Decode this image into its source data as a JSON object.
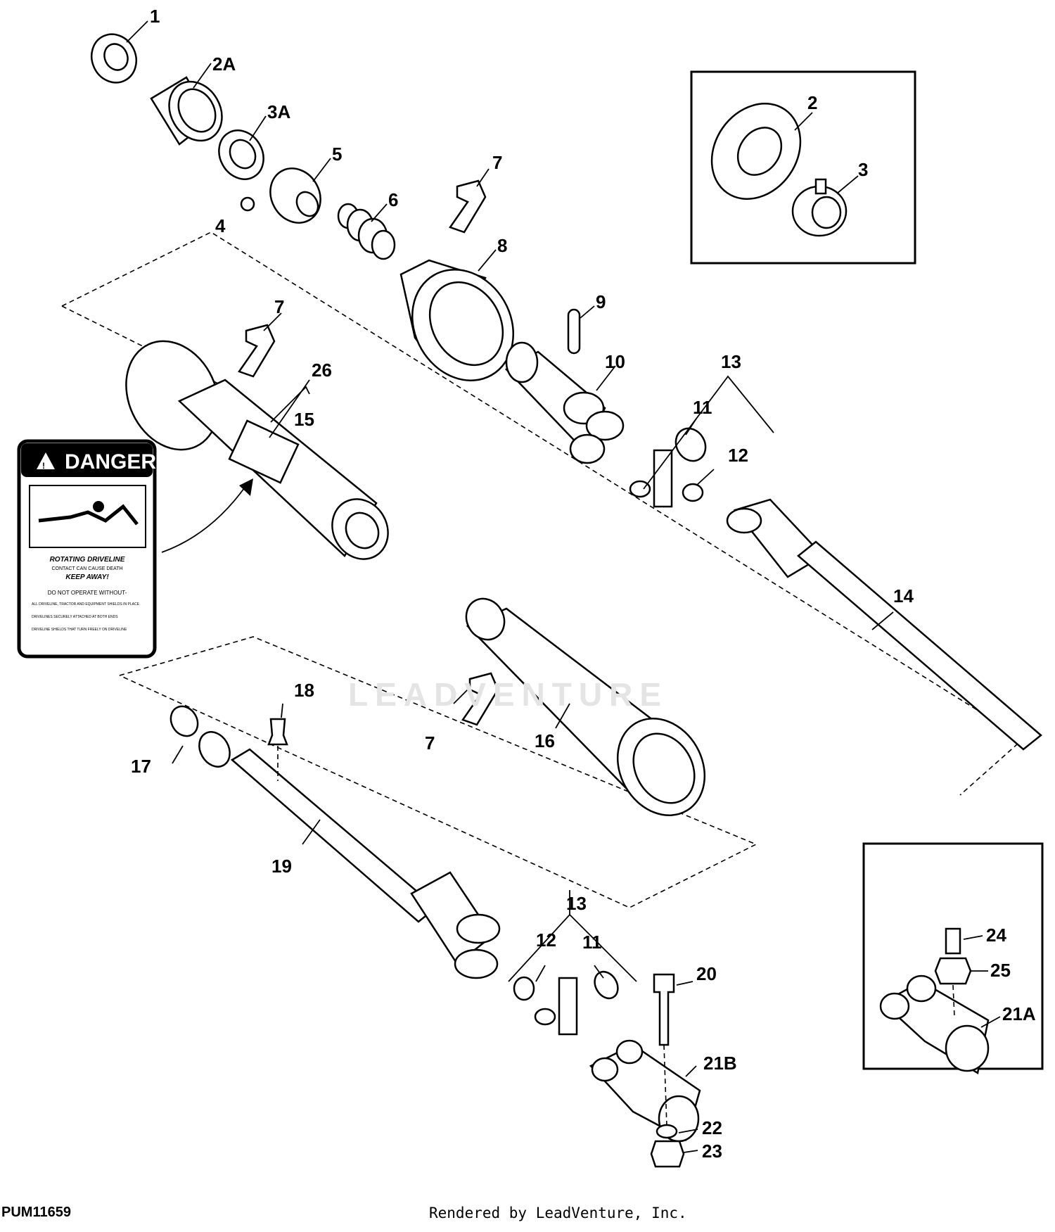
{
  "diagram": {
    "drawing_id": "PUM11659",
    "credit": "Rendered by LeadVenture, Inc.",
    "watermark": "LEADVENTURE",
    "callouts": {
      "c1": "1",
      "c2a": "2A",
      "c3a": "3A",
      "c4": "4",
      "c5": "5",
      "c6": "6",
      "c7a": "7",
      "c7b": "7",
      "c7c": "7",
      "c8": "8",
      "c9": "9",
      "c10": "10",
      "c11a": "11",
      "c12a": "12",
      "c13a": "13",
      "c14": "14",
      "c15": "15",
      "c16": "16",
      "c26": "26",
      "c17": "17",
      "c18": "18",
      "c19": "19",
      "c13b": "13",
      "c12b": "12",
      "c11b": "11",
      "c20": "20",
      "c21b": "21B",
      "c22": "22",
      "c23": "23",
      "c2": "2",
      "c3": "3",
      "c24": "24",
      "c25": "25",
      "c21a": "21A"
    },
    "decal": {
      "header": "DANGER",
      "line1": "ROTATING DRIVELINE",
      "line2": "CONTACT CAN CAUSE DEATH",
      "line3": "KEEP AWAY!",
      "line4": "DO NOT OPERATE WITHOUT-",
      "bullets": [
        "ALL DRIVELINE, TRACTOR AND EQUIPMENT SHIELDS IN PLACE",
        "DRIVELINES SECURELY ATTACHED AT BOTH ENDS",
        "DRIVELINE SHIELDS THAT TURN FREELY ON DRIVELINE"
      ]
    }
  }
}
